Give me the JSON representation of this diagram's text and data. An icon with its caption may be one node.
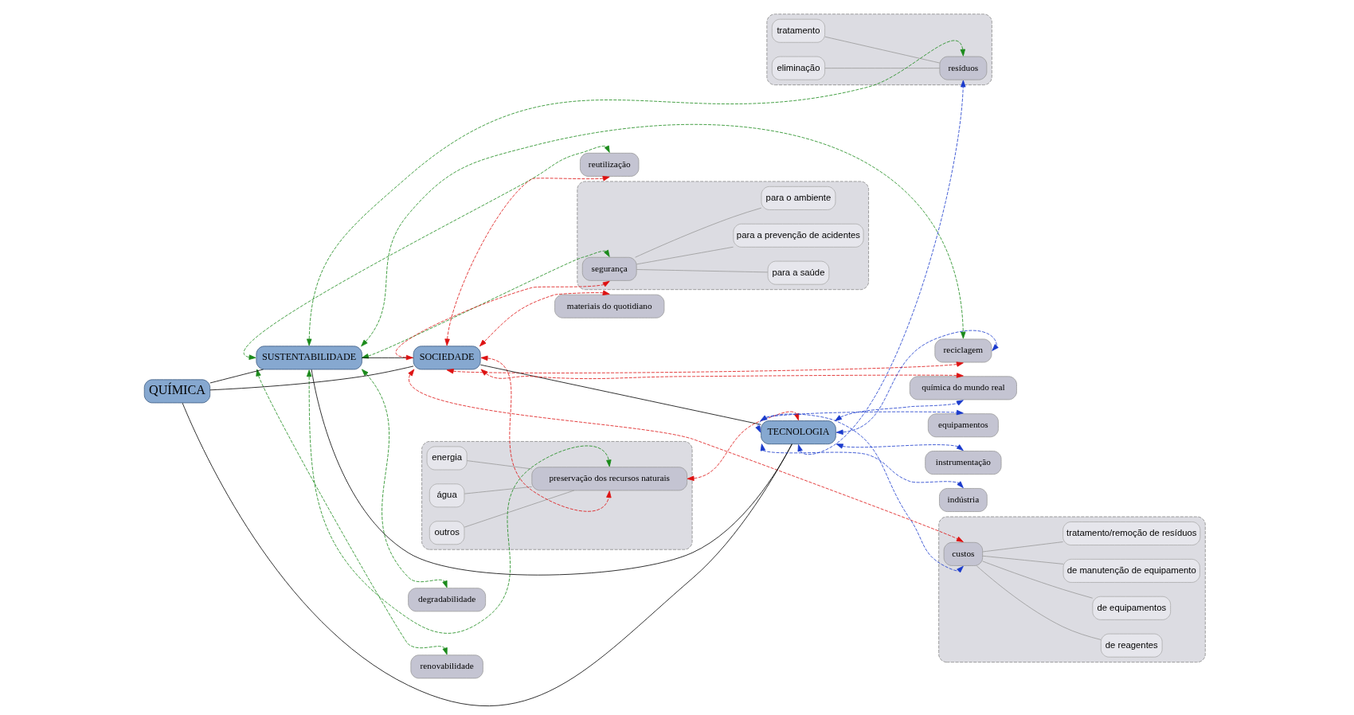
{
  "diagram": {
    "nodes": [
      {
        "text": [],
        "shape": "box"
      },
      {
        "text": [
          "tratamento"
        ],
        "in": 0
      },
      {
        "text": [
          "eliminação"
        ],
        "in": 0
      },
      {
        "text": [
          "resíduos"
        ],
        "in": 0
      },
      {
        "text": [],
        "shape": "box"
      },
      {
        "text": [
          "energia"
        ],
        "in": 4
      },
      {
        "text": [
          "água"
        ],
        "in": 4
      },
      {
        "text": [
          "outros"
        ],
        "in": 4
      },
      {
        "text": [
          "preservação dos recursos naturais"
        ],
        "in": 4
      },
      {
        "text": [],
        "shape": "box"
      },
      {
        "text": [
          "segurança"
        ],
        "in": 9
      },
      {
        "text": [
          "para o ambiente"
        ],
        "in": 9
      },
      {
        "text": [
          "para a saúde"
        ],
        "in": 9
      },
      {
        "text": [
          "para a prevenção de acidentes"
        ],
        "in": 9
      },
      {
        "text": [
          "materiais do quotidiano"
        ]
      },
      {
        "text": [
          "reutilização"
        ]
      },
      {
        "text": [
          "SUSTENTABILIDADE"
        ]
      },
      {
        "text": [
          "reciclagem"
        ]
      },
      {
        "text": [
          "SOCIEDADE"
        ]
      },
      {
        "text": [],
        "shape": "box"
      },
      {
        "text": [
          "custos"
        ],
        "in": 19
      },
      {
        "text": [
          "de reagentes"
        ],
        "in": 19
      },
      {
        "text": [
          "de equipamentos"
        ],
        "in": 19
      },
      {
        "text": [
          "de manutenção de equipamento"
        ],
        "in": 19
      },
      {
        "text": [
          "tratamento/remoção de resíduos"
        ],
        "in": 19
      },
      {
        "text": [
          "QUÍMICA"
        ]
      },
      {
        "text": [
          "renovabilidade"
        ]
      },
      {
        "text": [
          "TECNOLOGIA"
        ]
      },
      {
        "text": [
          "degradabilidade"
        ]
      },
      {
        "text": [
          "química do mundo real"
        ]
      },
      {
        "text": [
          "indústria"
        ]
      },
      {
        "text": [
          "instrumentação"
        ]
      },
      {
        "text": [
          "equipamentos"
        ]
      }
    ],
    "edges": [
      {
        "from": 1,
        "to": 3,
        "arrow": "none",
        "color": "#999999"
      },
      {
        "from": 2,
        "to": 3,
        "arrow": "none",
        "color": "#999999"
      },
      {
        "from": 5,
        "to": 8,
        "arrow": "none",
        "color": "#999999"
      },
      {
        "from": 6,
        "to": 8,
        "arrow": "none",
        "color": "#999999"
      },
      {
        "from": 7,
        "to": 8,
        "arrow": "none",
        "color": "#999999"
      },
      {
        "from": 10,
        "to": 11,
        "arrow": "none",
        "color": "#999999"
      },
      {
        "from": 10,
        "to": 12,
        "arrow": "none",
        "color": "#999999"
      },
      {
        "from": 10,
        "to": 13,
        "arrow": "none",
        "color": "#999999"
      },
      {
        "from": 20,
        "to": 21,
        "arrow": "none",
        "color": "#999999"
      },
      {
        "from": 20,
        "to": 22,
        "arrow": "none",
        "color": "#999999"
      },
      {
        "from": 20,
        "to": 23,
        "arrow": "none",
        "color": "#999999"
      },
      {
        "from": 20,
        "to": 24,
        "arrow": "none",
        "color": "#999999"
      },
      {
        "from": 25,
        "to": 16,
        "arrow": "none",
        "color": "#000000"
      },
      {
        "from": 25,
        "to": 18,
        "arrow": "none",
        "color": "#000000"
      },
      {
        "from": 25,
        "to": 27,
        "arrow": "none",
        "color": "#000000"
      },
      {
        "from": 16,
        "to": 18,
        "arrow": "none",
        "color": "#000000"
      },
      {
        "from": 18,
        "to": 27,
        "arrow": "none",
        "color": "#000000"
      },
      {
        "from": 27,
        "to": 16,
        "arrow": "none",
        "color": "#000000"
      },
      {
        "from": 16,
        "to": 3,
        "arrow": "both",
        "style": "dashed",
        "color": "#1a8a1a"
      },
      {
        "from": 16,
        "to": 8,
        "arrow": "both",
        "style": "dashed",
        "color": "#1a8a1a"
      },
      {
        "from": 16,
        "to": 10,
        "arrow": "both",
        "style": "dashed",
        "color": "#1a8a1a"
      },
      {
        "from": 16,
        "to": 15,
        "arrow": "both",
        "style": "dashed",
        "color": "#1a8a1a"
      },
      {
        "from": 16,
        "to": 17,
        "arrow": "both",
        "style": "dashed",
        "color": "#1a8a1a"
      },
      {
        "from": 16,
        "to": 26,
        "arrow": "both",
        "style": "dashed",
        "color": "#1a8a1a"
      },
      {
        "from": 16,
        "to": 28,
        "arrow": "both",
        "style": "dashed",
        "color": "#1a8a1a"
      },
      {
        "from": 18,
        "to": 15,
        "arrow": "both",
        "style": "dashed",
        "color": "#dd1111"
      },
      {
        "from": 18,
        "to": 17,
        "arrow": "both",
        "style": "dashed",
        "color": "#dd1111"
      },
      {
        "from": 18,
        "to": 8,
        "arrow": "both",
        "style": "dashed",
        "color": "#dd1111"
      },
      {
        "from": 18,
        "to": 10,
        "arrow": "both",
        "style": "dashed",
        "color": "#dd1111"
      },
      {
        "from": 18,
        "to": 14,
        "arrow": "both",
        "style": "dashed",
        "color": "#dd1111"
      },
      {
        "from": 18,
        "to": 20,
        "arrow": "both",
        "style": "dashed",
        "color": "#dd1111"
      },
      {
        "from": 18,
        "to": 29,
        "arrow": "both",
        "style": "dashed",
        "color": "#dd1111"
      },
      {
        "from": 8,
        "to": 27,
        "arrow": "both",
        "style": "dashed",
        "color": "#dd1111"
      },
      {
        "from": 27,
        "to": 3,
        "arrow": "both",
        "style": "dashed",
        "color": "#1a3acc"
      },
      {
        "from": 27,
        "to": 17,
        "arrow": "both",
        "style": "dashed",
        "color": "#1a3acc"
      },
      {
        "from": 27,
        "to": 20,
        "arrow": "both",
        "style": "dashed",
        "color": "#1a3acc"
      },
      {
        "from": 27,
        "to": 29,
        "arrow": "both",
        "style": "dashed",
        "color": "#1a3acc"
      },
      {
        "from": 27,
        "to": 30,
        "arrow": "both",
        "style": "dashed",
        "color": "#1a3acc"
      },
      {
        "from": 27,
        "to": 31,
        "arrow": "both",
        "style": "dashed",
        "color": "#1a3acc"
      },
      {
        "from": 27,
        "to": 32,
        "arrow": "both",
        "style": "dashed",
        "color": "#1a3acc"
      }
    ]
  }
}
